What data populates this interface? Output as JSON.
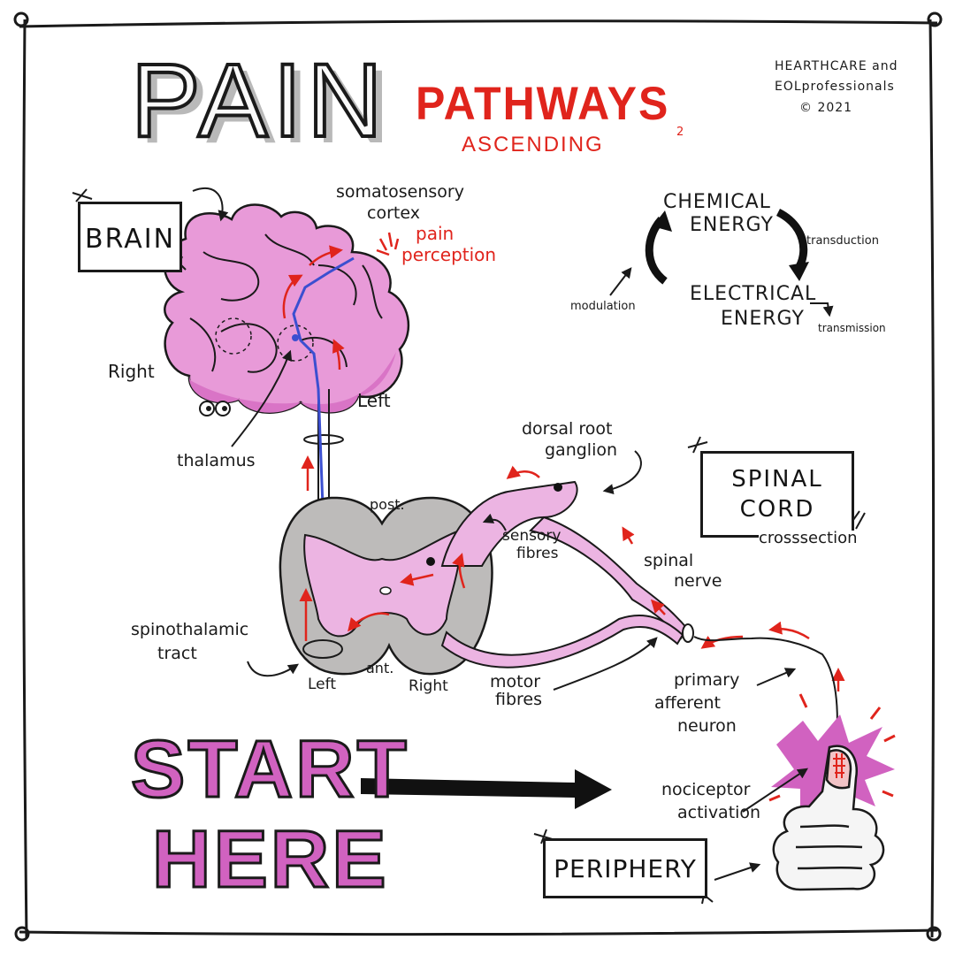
{
  "title": {
    "main": "PAIN",
    "sub": "PATHWAYS",
    "sub_number": "2",
    "direction": "ASCENDING"
  },
  "credit": {
    "line1": "HEARTHCARE and",
    "line2": "EOLprofessionals",
    "line3": "© 2021"
  },
  "sections": {
    "brain": "BRAIN",
    "spinal_cord_line1": "SPINAL",
    "spinal_cord_line2": "CORD",
    "spinal_cord_caption": "crosssection",
    "periphery": "PERIPHERY"
  },
  "brain_labels": {
    "cortex_line1": "somatosensory",
    "cortex_line2": "cortex",
    "perception_line1": "pain",
    "perception_line2": "perception",
    "right": "Right",
    "left": "Left",
    "thalamus": "thalamus"
  },
  "energy_cycle": {
    "chemical_line1": "CHEMICAL",
    "chemical_line2": "ENERGY",
    "electrical_line1": "ELECTRICAL",
    "electrical_line2": "ENERGY",
    "transduction": "transduction",
    "transmission": "transmission",
    "modulation": "modulation"
  },
  "spinal_labels": {
    "dorsal_root_line1": "dorsal root",
    "dorsal_root_line2": "ganglion",
    "post": "post.",
    "ant": "ant.",
    "sensory_line1": "sensory",
    "sensory_line2": "fibres",
    "spinal_nerve_line1": "spinal",
    "spinal_nerve_line2": "nerve",
    "spinothalamic_line1": "spinothalamic",
    "spinothalamic_line2": "tract",
    "left": "Left",
    "right": "Right",
    "motor_line1": "motor",
    "motor_line2": "fibres"
  },
  "periphery_labels": {
    "afferent_line1": "primary",
    "afferent_line2": "afferent",
    "afferent_line3": "neuron",
    "nociceptor_line1": "nociceptor",
    "nociceptor_line2": "activation"
  },
  "start": {
    "line1": "START",
    "line2": "HERE"
  },
  "colors": {
    "accent_red": "#e0241c",
    "brain_pink": "#e89ad8",
    "brain_pink_dark": "#d974c6",
    "nerve_pink": "#ecb4e2",
    "cord_grey": "#bdbbba",
    "tract_blue": "#3b4fd0",
    "ink": "#1a1a1a"
  }
}
